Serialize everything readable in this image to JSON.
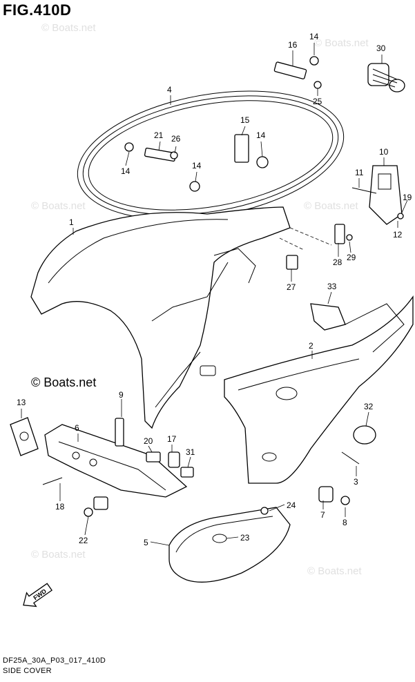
{
  "figure": {
    "title": "FIG.410D",
    "code": "DF25A_30A_P03_017_410D",
    "subtitle": "SIDE COVER"
  },
  "watermark": {
    "text": "© Boats.net",
    "main_text": "© Boats.net"
  },
  "fwd_label": "FWD",
  "part_labels": {
    "p1": "1",
    "p2": "2",
    "p3": "3",
    "p4": "4",
    "p5": "5",
    "p6": "6",
    "p7": "7",
    "p8": "8",
    "p9": "9",
    "p10": "10",
    "p11": "11",
    "p12": "12",
    "p13": "13",
    "p14a": "14",
    "p14b": "14",
    "p14c": "14",
    "p14d": "14",
    "p15": "15",
    "p16": "16",
    "p17": "17",
    "p18": "18",
    "p19": "19",
    "p20": "20",
    "p21": "21",
    "p22": "22",
    "p23": "23",
    "p24": "24",
    "p25": "25",
    "p26": "26",
    "p27": "27",
    "p28": "28",
    "p29": "29",
    "p30": "30",
    "p31": "31",
    "p32": "32",
    "p33": "33"
  }
}
